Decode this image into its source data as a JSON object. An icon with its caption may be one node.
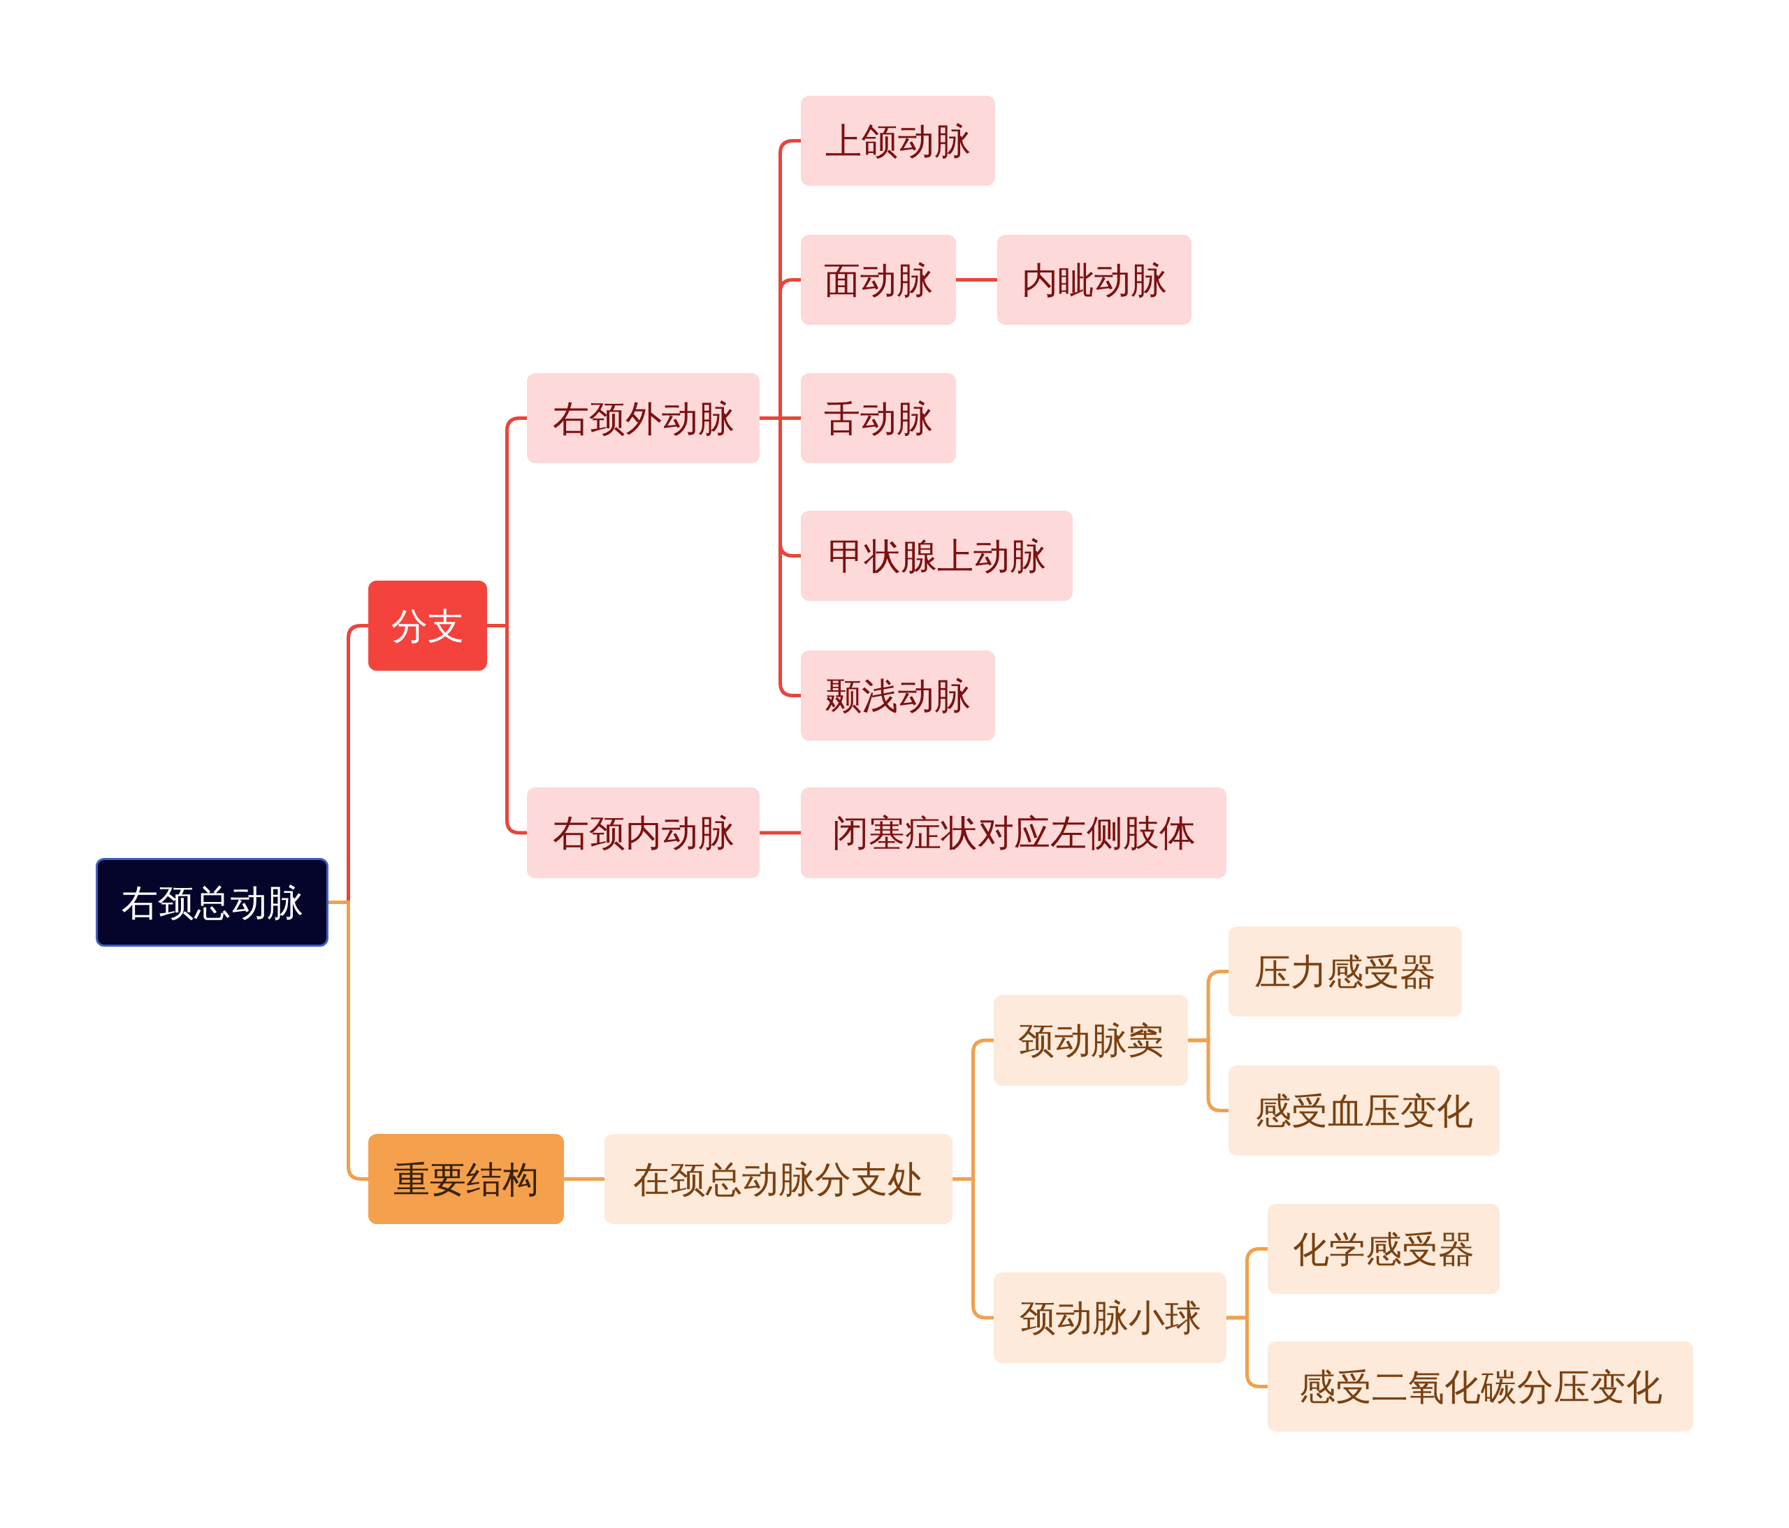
{
  "diagram": {
    "nodes": [
      {
        "text": [
          "右颈总动脉"
        ]
      },
      {
        "text": [
          "分支"
        ]
      },
      {
        "text": [
          "右颈外动脉"
        ]
      },
      {
        "text": [
          "上颌动脉"
        ]
      },
      {
        "text": [
          "面动脉"
        ]
      },
      {
        "text": [
          "内眦动脉"
        ]
      },
      {
        "text": [
          "舌动脉"
        ]
      },
      {
        "text": [
          "甲状腺上动脉"
        ]
      },
      {
        "text": [
          "颞浅动脉"
        ]
      },
      {
        "text": [
          "右颈内动脉"
        ]
      },
      {
        "text": [
          "闭塞症状对应左侧肢体"
        ]
      },
      {
        "text": [
          "重要结构"
        ]
      },
      {
        "text": [
          "在颈总动脉分支处"
        ]
      },
      {
        "text": [
          "颈动脉窦"
        ]
      },
      {
        "text": [
          "压力感受器"
        ]
      },
      {
        "text": [
          "感受血压变化"
        ]
      },
      {
        "text": [
          "颈动脉小球"
        ]
      },
      {
        "text": [
          "化学感受器"
        ]
      },
      {
        "text": [
          "感受二氧化碳分压变化"
        ]
      }
    ],
    "edges": [
      {
        "from": 0,
        "to": 1,
        "arrow": "none"
      },
      {
        "from": 1,
        "to": 2,
        "arrow": "none"
      },
      {
        "from": 2,
        "to": 3,
        "arrow": "none"
      },
      {
        "from": 2,
        "to": 4,
        "arrow": "none"
      },
      {
        "from": 4,
        "to": 5,
        "arrow": "none"
      },
      {
        "from": 2,
        "to": 6,
        "arrow": "none"
      },
      {
        "from": 2,
        "to": 7,
        "arrow": "none"
      },
      {
        "from": 2,
        "to": 8,
        "arrow": "none"
      },
      {
        "from": 1,
        "to": 9,
        "arrow": "none"
      },
      {
        "from": 9,
        "to": 10,
        "arrow": "none"
      },
      {
        "from": 0,
        "to": 11,
        "arrow": "none",
        "color": "#f0a04e"
      },
      {
        "from": 11,
        "to": 12,
        "arrow": "none",
        "color": "#f0a04e"
      },
      {
        "from": 12,
        "to": 13,
        "arrow": "none",
        "color": "#f0a04e"
      },
      {
        "from": 13,
        "to": 14,
        "arrow": "none",
        "color": "#f0a04e"
      },
      {
        "from": 13,
        "to": 15,
        "arrow": "none",
        "color": "#f0a04e"
      },
      {
        "from": 12,
        "to": 16,
        "arrow": "none",
        "color": "#f0a04e"
      },
      {
        "from": 16,
        "to": 17,
        "arrow": "none",
        "color": "#f0a04e"
      },
      {
        "from": 16,
        "to": 18,
        "arrow": "none",
        "color": "#f0a04e"
      }
    ]
  }
}
